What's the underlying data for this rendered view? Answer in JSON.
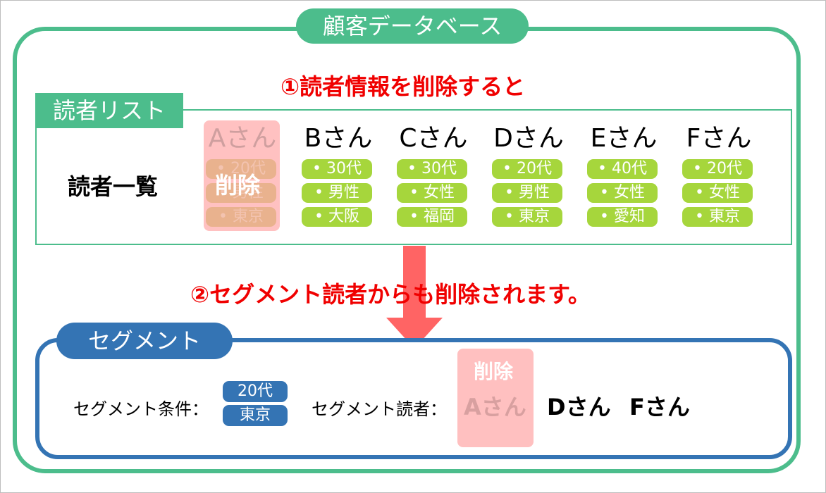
{
  "database": {
    "title": "顧客データベース"
  },
  "steps": {
    "step1": "①読者情報を削除すると",
    "step2": "②セグメント読者からも削除されます。"
  },
  "reader_list": {
    "title": "読者リスト",
    "label": "読者一覧",
    "delete_label": "削除",
    "readers": [
      {
        "name": "Aさん",
        "tags": [
          "• 20代",
          "• 男性",
          "• 東京"
        ],
        "deleted": true
      },
      {
        "name": "Bさん",
        "tags": [
          "• 30代",
          "• 男性",
          "• 大阪"
        ],
        "deleted": false
      },
      {
        "name": "Cさん",
        "tags": [
          "• 30代",
          "• 女性",
          "• 福岡"
        ],
        "deleted": false
      },
      {
        "name": "Dさん",
        "tags": [
          "• 20代",
          "• 男性",
          "• 東京"
        ],
        "deleted": false
      },
      {
        "name": "Eさん",
        "tags": [
          "• 40代",
          "• 女性",
          "• 愛知"
        ],
        "deleted": false
      },
      {
        "name": "Fさん",
        "tags": [
          "• 20代",
          "• 女性",
          "• 東京"
        ],
        "deleted": false
      }
    ]
  },
  "segment": {
    "title": "セグメント",
    "condition_label": "セグメント条件：",
    "conditions": [
      "20代",
      "東京"
    ],
    "readers_label": "セグメント読者：",
    "delete_label": "削除",
    "deleted_reader": "Aさん",
    "readers": [
      "Dさん",
      "Fさん"
    ]
  },
  "colors": {
    "database_green": "#4cbd8c",
    "tag_green": "#a6d63c",
    "segment_blue": "#3474b4",
    "alert_red": "#f00000",
    "arrow_red": "#ff6464",
    "delete_pink": "#ffb6b6"
  }
}
